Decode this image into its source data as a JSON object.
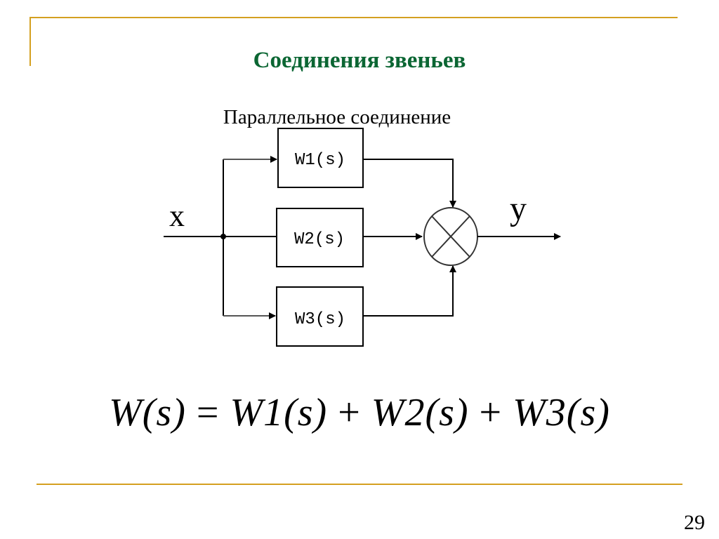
{
  "slide": {
    "title": "Соединения звеньев",
    "subtitle": "Параллельное соединение",
    "page_number": "29",
    "accent_color": "#d4a020",
    "title_color": "#0b6633"
  },
  "diagram": {
    "input_label": "x",
    "output_label": "y",
    "blocks": [
      "W1(s)",
      "W2(s)",
      "W3(s)"
    ],
    "summing_junction": "sum"
  },
  "formula": {
    "lhs": "W(s)",
    "eq": "=",
    "t1": "W1(s)",
    "plus1": "+",
    "t2": "W2(s)",
    "plus2": "+",
    "t3": "W3(s)"
  }
}
